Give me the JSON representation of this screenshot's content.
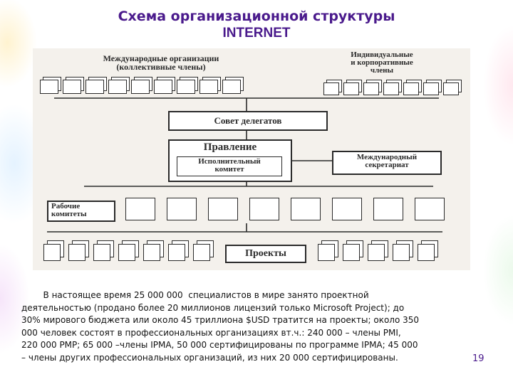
{
  "title": {
    "line1": "Схема организационной структуры",
    "line2": "INTERNET"
  },
  "diagram": {
    "intl_orgs_line1": "Международные организации",
    "intl_orgs_line2": "(коллективные члены)",
    "individual_line1": "Индивидуальные",
    "individual_line2": "и корпоративные",
    "individual_line3": "члены",
    "council": "Совет делегатов",
    "board": "Правление",
    "exec_line1": "Исполнительный",
    "exec_line2": "комитет",
    "secretariat_line1": "Международный",
    "secretariat_line2": "секретариат",
    "working_line1": "Рабочие",
    "working_line2": "комитеты",
    "projects": "Проекты"
  },
  "body": {
    "line1": "        В настоящее время 25 000 000  специалистов в мире занято проектной",
    "line2": "деятельностью (продано более 20  миллионов лицензий только Microsoft Project); до",
    "line3": "30% мирового бюджета или около 45 триллиона $USD тратится на проекты;  около 350",
    "line4": "000  человек состоят в профессиональных организациях вт.ч.: 240 000 –  члены PMI,",
    "line5": "220 000 PMP; 65 000 –члены IPMA, 50 000 сертифицированы по программе IPMA; 45 000",
    "line6": "– члены других профессиональных организаций, из них 20 000 сертифицированы."
  },
  "page_number": "19"
}
